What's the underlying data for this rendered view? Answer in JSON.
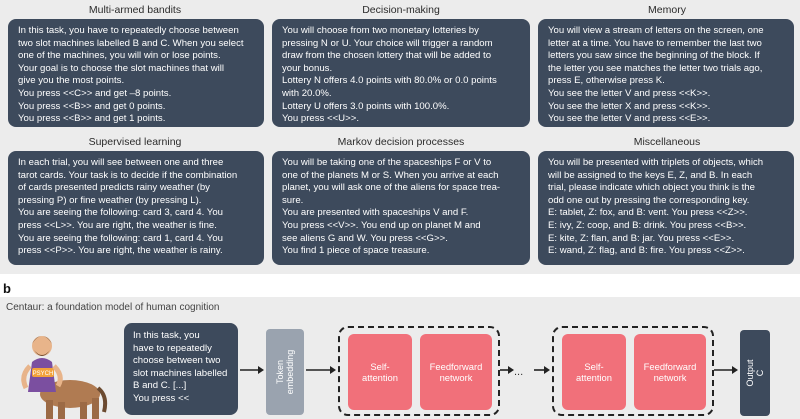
{
  "panel_a": {
    "tasks": [
      {
        "title": "Multi-armed bandits",
        "text": "In this task, you have to repeatedly choose between\ntwo slot machines labelled B and C. When you select\none of the machines, you will win or lose points.\nYour goal is to choose the slot machines that will\ngive you the most points.\nYou press <<C>> and get –8 points.\nYou press <<B>> and get 0 points.\nYou press <<B>> and get 1 points."
      },
      {
        "title": "Decision-making",
        "text": "You will choose from two monetary lotteries by\npressing N or U. Your choice will trigger a random\ndraw from the chosen lottery that will be added to\nyour bonus.\nLottery N offers 4.0 points with 80.0% or 0.0 points\nwith 20.0%.\nLottery U offers 3.0 points with 100.0%.\nYou press <<U>>."
      },
      {
        "title": "Memory",
        "text": "You will view a stream of letters on the screen, one\nletter at a time. You have to remember the last two\nletters you saw since the beginning of the block. If\nthe letter you see matches the letter two trials ago,\npress E, otherwise press K.\nYou see the letter V and press <<K>>.\nYou see the letter X and press <<K>>.\nYou see the letter V and press <<E>>."
      },
      {
        "title": "Supervised learning",
        "text": "In each trial, you will see between one and three\ntarot cards. Your task is to decide if the combination\nof cards presented predicts rainy weather (by\npressing P) or fine weather (by pressing L).\nYou are seeing the following: card 3, card 4. You\npress <<L>>. You are right, the weather is fine.\nYou are seeing the following: card 1, card 4. You\npress <<P>>. You are right, the weather is rainy."
      },
      {
        "title": "Markov decision processes",
        "text": "You will be taking one of the spaceships F or V to\none of the planets M or S. When you arrive at each\nplanet, you will ask one of the aliens for space trea-\nsure.\nYou are presented with spaceships V and F.\nYou press <<V>>. You end up on planet M and\nsee aliens G and W. You press <<G>>.\nYou find 1 piece of space treasure."
      },
      {
        "title": "Miscellaneous",
        "text": "You will be presented with triplets of objects, which\nwill be assigned to the keys E, Z, and B. In each\ntrial, please indicate which object you think is the\nodd one out by pressing the corresponding key.\nE: tablet, Z: fox, and B: vent. You press <<Z>>.\nE: ivy, Z: coop, and B: drink. You press <<B>>.\nE: kite, Z: flan, and B: jar. You press <<E>>.\nE: wand, Z: flag, and B: fire. You press <<Z>>."
      }
    ]
  },
  "panel_b": {
    "label": "b",
    "title": "Centaur: a foundation model of human cognition",
    "mascot_text": "PSYCH",
    "prompt_text": "In this task, you\nhave to repeatedly\nchoose between two\nslot machines labelled\nB and C. [...]\nYou press <<",
    "token_label": "Token\nembedding",
    "block1": {
      "attention": "Self-\nattention",
      "feedforward": "Feedforward\nnetwork"
    },
    "block2": {
      "attention": "Self-\nattention",
      "feedforward": "Feedforward\nnetwork"
    },
    "ellipsis": "...",
    "output_label": "Output\nC"
  }
}
